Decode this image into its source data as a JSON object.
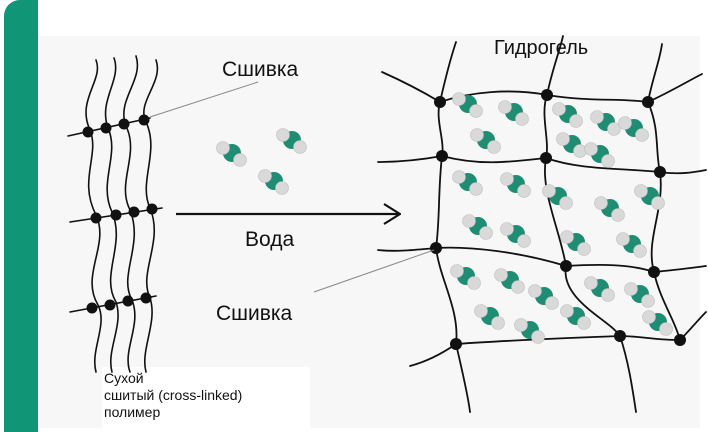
{
  "labels": {
    "crosslink_top": "Сшивка",
    "crosslink_bottom": "Сшивка",
    "water": "Вода",
    "hydrogel": "Гидрогель",
    "dry_polymer_lines": [
      "Сухой",
      "сшитый (cross-linked)",
      "полимер"
    ]
  },
  "colors": {
    "accent": "#109577",
    "molecule_oxygen": "#1e8d73",
    "molecule_hydrogen": "#d9d9d9",
    "crosslink_node": "#111111",
    "background_panel": "#f7f7f7"
  },
  "icons": {
    "water_molecule": "water-molecule-icon",
    "arrow": "arrow-right-icon"
  }
}
